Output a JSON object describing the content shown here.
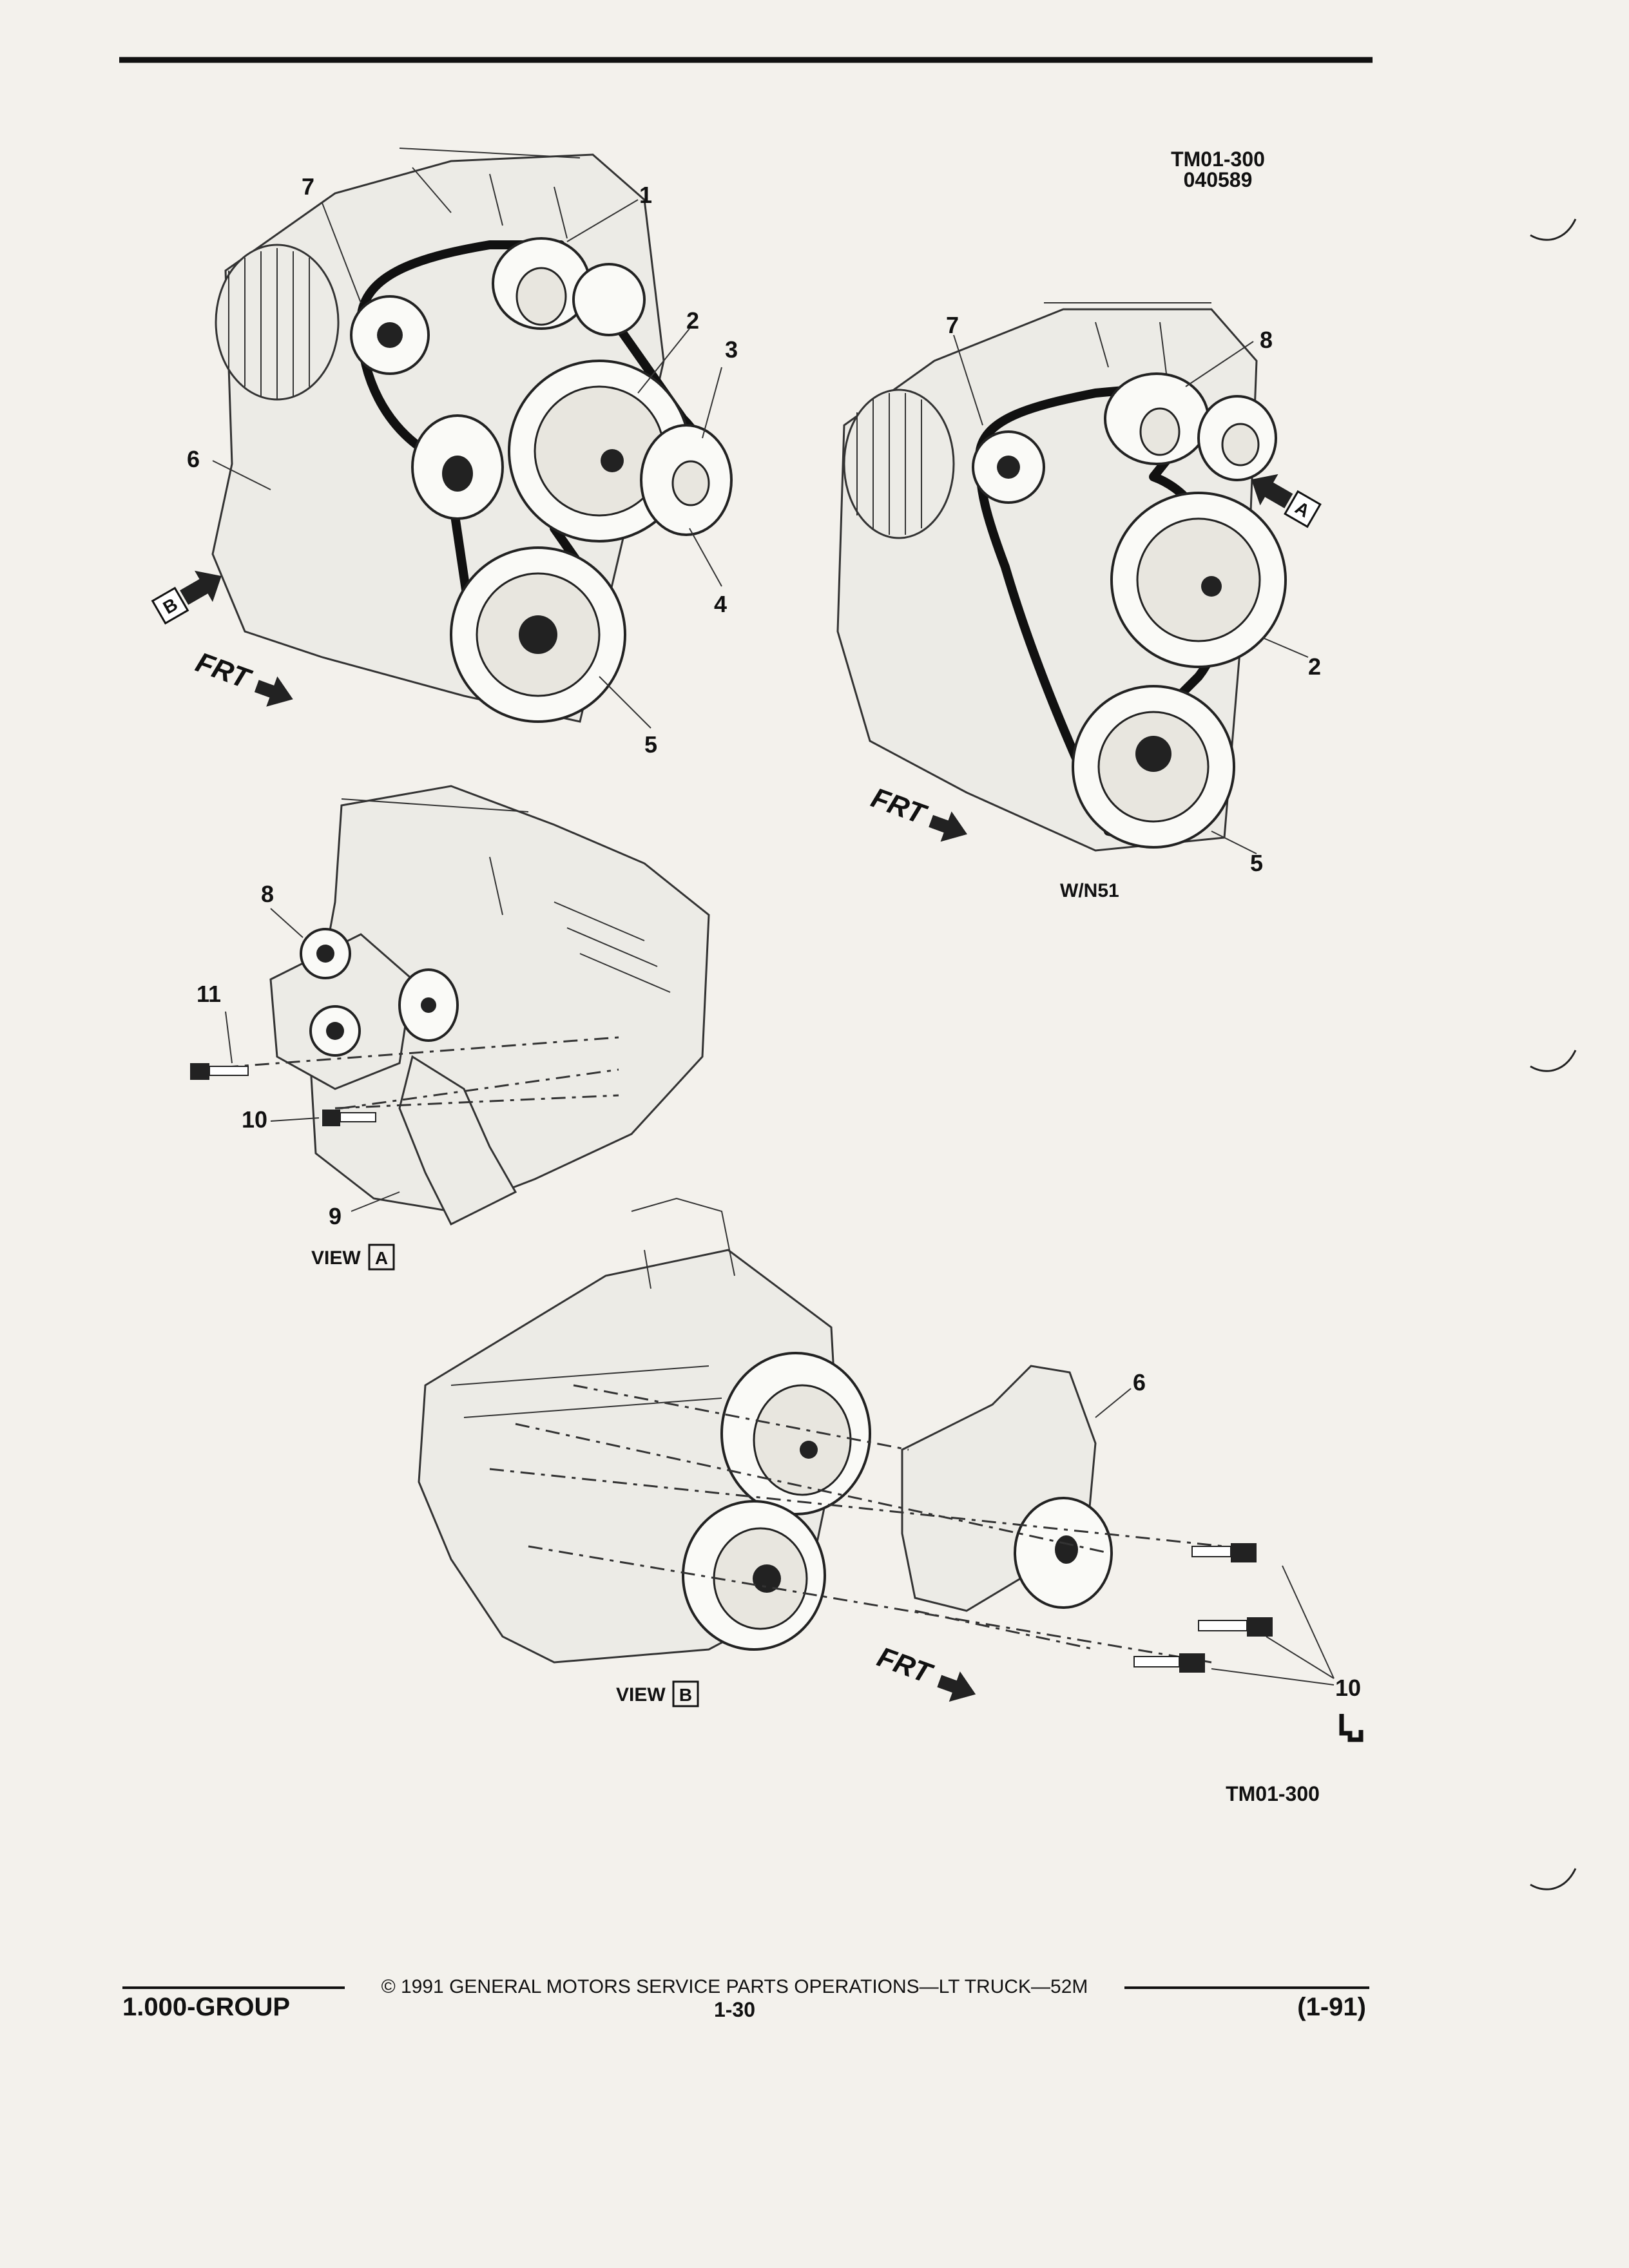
{
  "header": {
    "code_top": "TM01-300",
    "code_date": "040589"
  },
  "figure_top_left": {
    "callouts": [
      "1",
      "2",
      "3",
      "4",
      "5",
      "6",
      "7"
    ],
    "direction_label": "FRT",
    "view_marker": "B"
  },
  "figure_top_right": {
    "callouts": [
      "7",
      "8",
      "2",
      "5"
    ],
    "direction_label": "FRT",
    "view_marker": "A",
    "caption": "W/N51"
  },
  "view_a": {
    "callouts": [
      "8",
      "11",
      "10",
      "9"
    ],
    "view_label": "VIEW",
    "view_letter": "A"
  },
  "view_b": {
    "callouts": [
      "6",
      "10"
    ],
    "direction_label": "FRT",
    "view_label": "VIEW",
    "view_letter": "B"
  },
  "figure_code_bottom": "TM01-300",
  "footer": {
    "group": "1.000-GROUP",
    "copyright": "© 1991  GENERAL MOTORS SERVICE PARTS OPERATIONS—LT TRUCK—52M",
    "page": "1-30",
    "revision": "(1-91)"
  }
}
